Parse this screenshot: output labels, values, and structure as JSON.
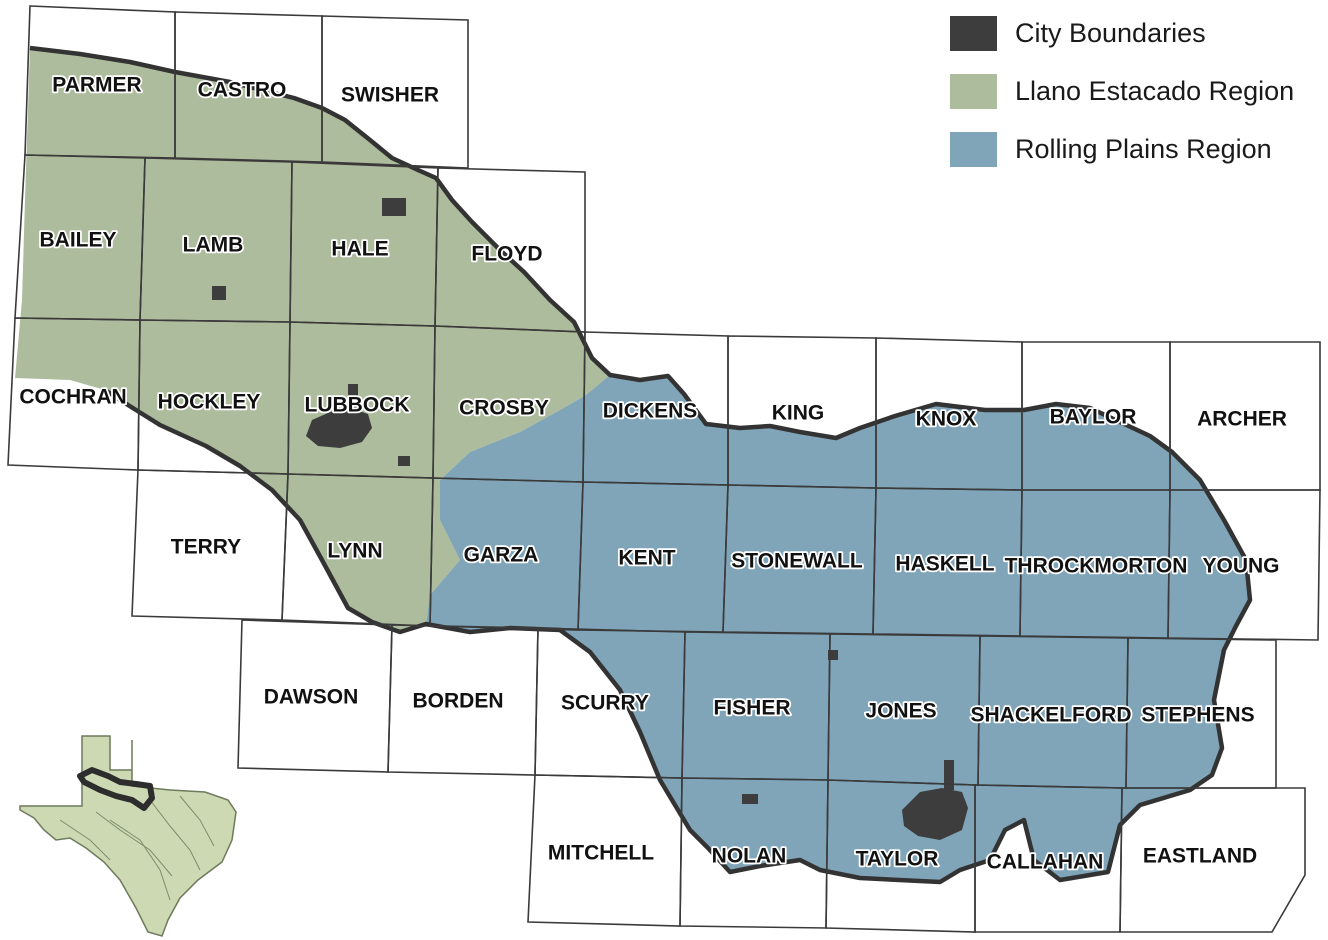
{
  "legend": {
    "items": [
      {
        "label": "City Boundaries",
        "color": "#3d3d3d"
      },
      {
        "label": "Llano Estacado Region",
        "color": "#adbc9c"
      },
      {
        "label": "Rolling Plains Region",
        "color": "#80a5b9"
      }
    ]
  },
  "counties": {
    "parmer": "PARMER",
    "castro": "CASTRO",
    "swisher": "SWISHER",
    "bailey": "BAILEY",
    "lamb": "LAMB",
    "hale": "HALE",
    "floyd": "FLOYD",
    "cochran": "COCHRAN",
    "hockley": "HOCKLEY",
    "lubbock": "LUBBOCK",
    "crosby": "CROSBY",
    "dickens": "DICKENS",
    "king": "KING",
    "knox": "KNOX",
    "baylor": "BAYLOR",
    "archer": "ARCHER",
    "terry": "TERRY",
    "lynn": "LYNN",
    "garza": "GARZA",
    "kent": "KENT",
    "stonewall": "STONEWALL",
    "haskell": "HASKELL",
    "throckmorton": "THROCKMORTON",
    "young": "YOUNG",
    "dawson": "DAWSON",
    "borden": "BORDEN",
    "scurry": "SCURRY",
    "fisher": "FISHER",
    "jones": "JONES",
    "shackelford": "SHACKELFORD",
    "stephens": "STEPHENS",
    "mitchell": "MITCHELL",
    "nolan": "NOLAN",
    "taylor": "TAYLOR",
    "callahan": "CALLAHAN",
    "eastland": "EASTLAND"
  },
  "colors": {
    "llano": "#adbc9c",
    "rolling": "#80a5b9",
    "city": "#3d3d3d",
    "texas_inset": "#cdd9b3"
  }
}
